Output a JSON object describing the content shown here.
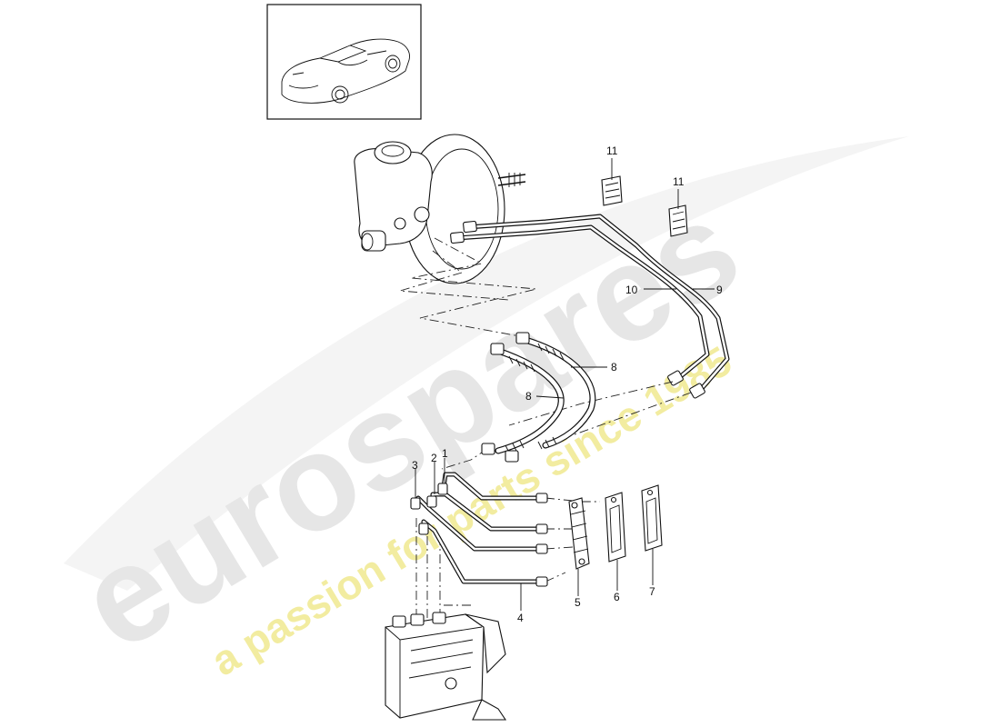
{
  "watermark": {
    "brand": "eurospares",
    "tagline": "a passion for parts since 1985",
    "brand_color": "#e6e6e6",
    "tagline_color": "#f2eca0"
  },
  "callouts": [
    {
      "id": "c11a",
      "label": "11"
    },
    {
      "id": "c11b",
      "label": "11"
    },
    {
      "id": "c10",
      "label": "10"
    },
    {
      "id": "c9",
      "label": "9"
    },
    {
      "id": "c8a",
      "label": "8"
    },
    {
      "id": "c8b",
      "label": "8"
    },
    {
      "id": "c3",
      "label": "3"
    },
    {
      "id": "c2",
      "label": "2"
    },
    {
      "id": "c1",
      "label": "1"
    },
    {
      "id": "c4",
      "label": "4"
    },
    {
      "id": "c5",
      "label": "5"
    },
    {
      "id": "c6",
      "label": "6"
    },
    {
      "id": "c7",
      "label": "7"
    }
  ]
}
